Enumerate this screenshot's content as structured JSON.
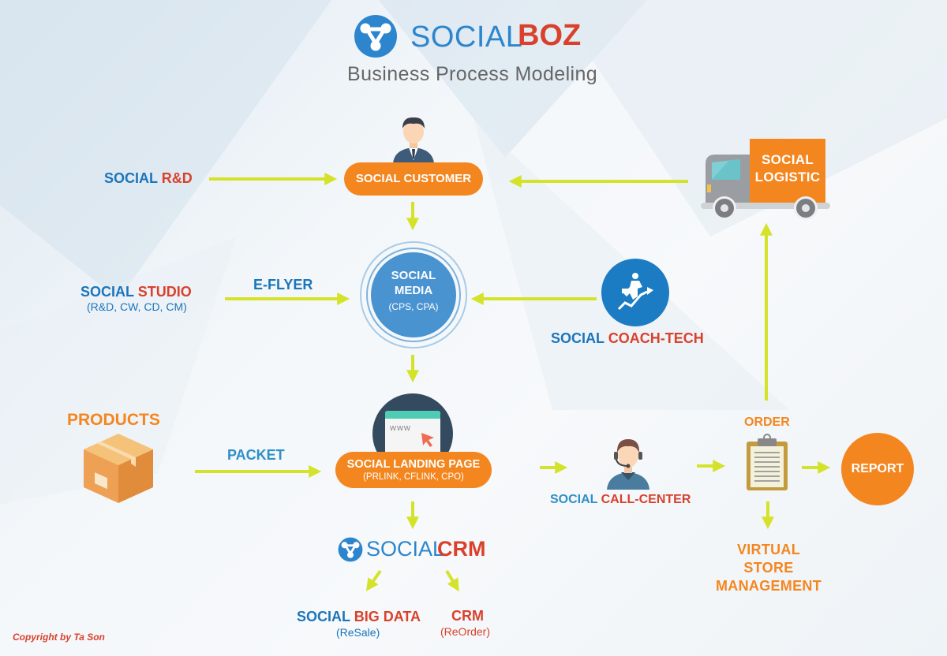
{
  "header": {
    "brand_light": "SOCIAL",
    "brand_bold": "BOZ",
    "subtitle": "Business Process Modeling",
    "logo_icon": "network-nodes-icon"
  },
  "colors": {
    "blue": "#1b75bb",
    "red": "#d9412c",
    "orange": "#f4861f",
    "arrow": "#d4e32a",
    "navy": "#344a5e"
  },
  "nodes": {
    "rnd": {
      "prefix": "SOCIAL",
      "name": "R&D"
    },
    "customer": {
      "label": "SOCIAL CUSTOMER",
      "icon": "person-icon"
    },
    "logistic": {
      "line1": "SOCIAL",
      "line2": "LOGISTIC",
      "icon": "truck-icon"
    },
    "studio": {
      "prefix": "SOCIAL",
      "name": "STUDIO",
      "detail": "(R&D, CW, CD, CM)"
    },
    "eflyer": {
      "label": "E-FLYER"
    },
    "media": {
      "line1": "SOCIAL",
      "line2": "MEDIA",
      "detail": "(CPS, CPA)"
    },
    "coach": {
      "prefix": "SOCIAL",
      "name": "COACH-TECH",
      "icon": "climbing-businessman-icon"
    },
    "products": {
      "label": "PRODUCTS",
      "icon": "box-icon"
    },
    "packet": {
      "label": "PACKET"
    },
    "landing": {
      "label": "SOCIAL LANDING PAGE",
      "detail": "(PRLINK, CFLINK, CPO)",
      "icon": "browser-www-icon"
    },
    "callcenter": {
      "prefix": "SOCIAL",
      "name": "CALL-CENTER",
      "icon": "headset-agent-icon"
    },
    "order": {
      "label": "ORDER",
      "icon": "clipboard-icon"
    },
    "report": {
      "label": "REPORT"
    },
    "vsm": {
      "line1": "VIRTUAL",
      "line2": "STORE",
      "line3": "MANAGEMENT"
    },
    "crm_logo": {
      "light": "SOCIAL",
      "bold": "CRM"
    },
    "bigdata": {
      "prefix": "SOCIAL",
      "name": "BIG DATA",
      "detail": "(ReSale)"
    },
    "crm": {
      "name": "CRM",
      "detail": "(ReOrder)"
    }
  },
  "footer": {
    "copyright": "Copyright by Ta Son"
  }
}
